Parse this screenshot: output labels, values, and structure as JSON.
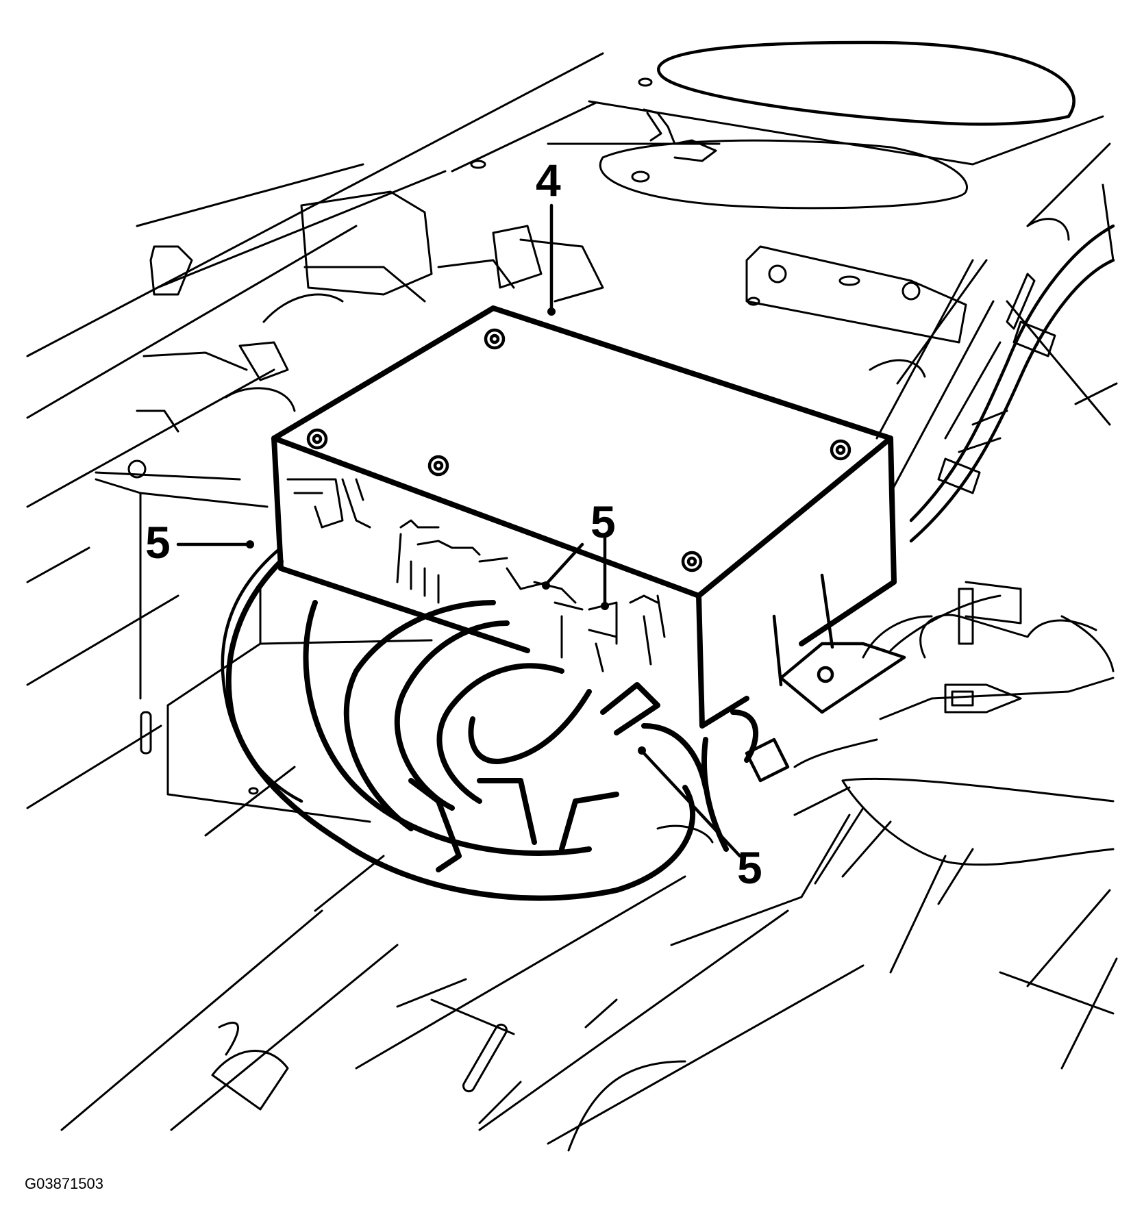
{
  "callouts": [
    {
      "id": "4",
      "label": "4"
    },
    {
      "id": "5a",
      "label": "5"
    },
    {
      "id": "5b",
      "label": "5"
    },
    {
      "id": "5c",
      "label": "5"
    }
  ],
  "figure_code": "G03871503"
}
